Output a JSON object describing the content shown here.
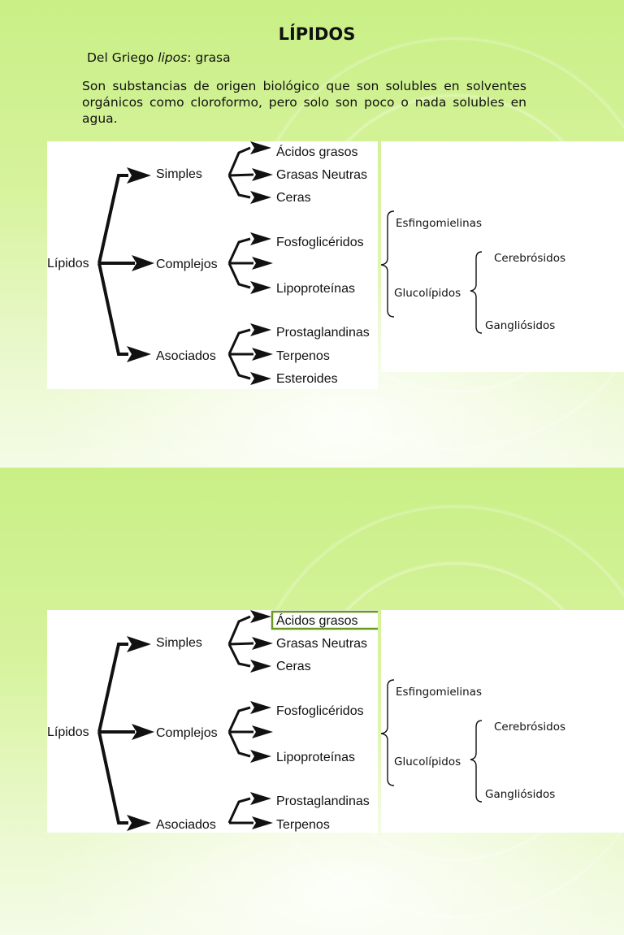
{
  "slide1": {
    "title": "LÍPIDOS",
    "subtitle_prefix": "Del Griego ",
    "subtitle_term": "lipos",
    "subtitle_suffix": ": grasa",
    "paragraph": "Son substancias de origen biológico que son solubles en solventes orgánicos como cloroformo, pero solo son poco o nada solubles en agua."
  },
  "diagram": {
    "root": "Lípidos",
    "simples": "Simples",
    "complejos": "Complejos",
    "asociados": "Asociados",
    "acidos_grasos": "Ácidos grasos",
    "grasas_neutras": "Grasas Neutras",
    "ceras": "Ceras",
    "fosfogliceridos": "Fosfoglicéridos",
    "lipoproteinas": "Lipoproteínas",
    "prostaglandinas": "Prostaglandinas",
    "terpenos": "Terpenos",
    "esteroides": "Esteroides",
    "esfingomielinas": "Esfingomielinas",
    "glucolipidos": "Glucolípidos",
    "cerebrosidos": "Cerebrósidos",
    "gangliosidos": "Gangliósidos"
  },
  "highlight_color": "#6a9a1f"
}
